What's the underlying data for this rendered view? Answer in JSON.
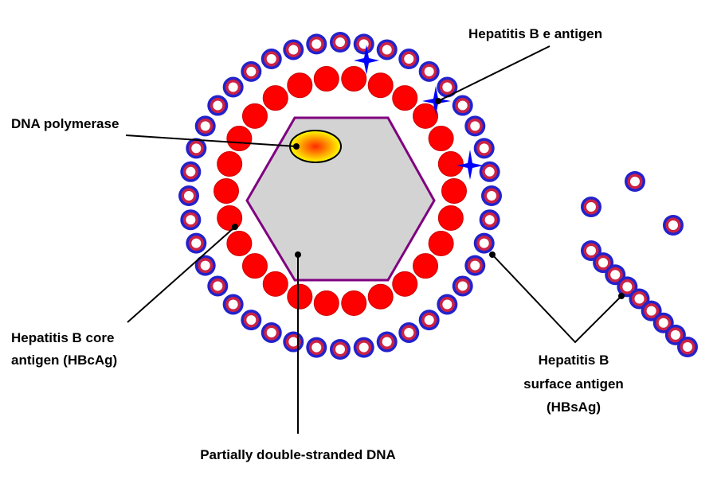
{
  "labels": {
    "e_antigen": "Hepatitis B e antigen",
    "dna_polymerase": "DNA polymerase",
    "core_antigen_line1": "Hepatitis B core",
    "core_antigen_line2": "antigen (HBcAg)",
    "dna": "Partially double-stranded DNA",
    "surface_antigen_line1": "Hepatitis B",
    "surface_antigen_line2": "surface antigen",
    "surface_antigen_line3": "(HBsAg)"
  },
  "colors": {
    "surface_ring": "#2222cc",
    "surface_inner": "#cc2244",
    "core": "#ff0000",
    "core_outline": "#cc0000",
    "hexagon_fill": "#d3d3d3",
    "hexagon_stroke": "#800080",
    "polymerase_center": "#ff2a00",
    "polymerase_edge": "#ffff00",
    "e_antigen": "#0000ff"
  }
}
